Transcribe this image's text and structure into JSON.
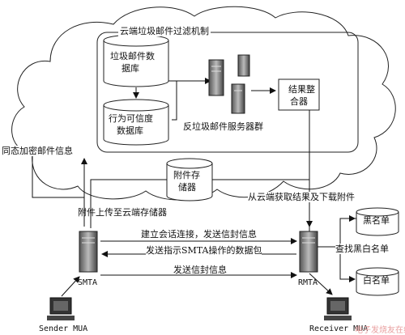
{
  "diagram": {
    "cloud_title": "云端垃圾邮件过滤机制",
    "spam_db_line1": "垃圾邮件数",
    "spam_db_line2": "据库",
    "trust_db_line1": "行为可信度",
    "trust_db_line2": "数据库",
    "server_group": "反垃圾邮件服务器群",
    "result_line1": "结果整",
    "result_line2": "合器",
    "attach_store_line1": "附件存",
    "attach_store_line2": "储器",
    "sync_encrypt": "同态加密邮件信息",
    "upload_attachment": "附件上传至云端存储器",
    "fetch_results": "从云端获取结果及下载附件",
    "blacklist": "黑名单",
    "whitelist": "白名单",
    "lookup_lists": "查找黑白名单",
    "establish_session": "建立会话连接，发送信封信息",
    "send_smta_packet": "发送指示SMTA操作的数据包",
    "send_envelope": "发送信封信息",
    "smta": "SMTA",
    "rmta": "RMTA",
    "sender_mua": "Sender MUA",
    "receiver_mua": "Receiver MUA"
  },
  "watermark": "电子发烧友在线"
}
